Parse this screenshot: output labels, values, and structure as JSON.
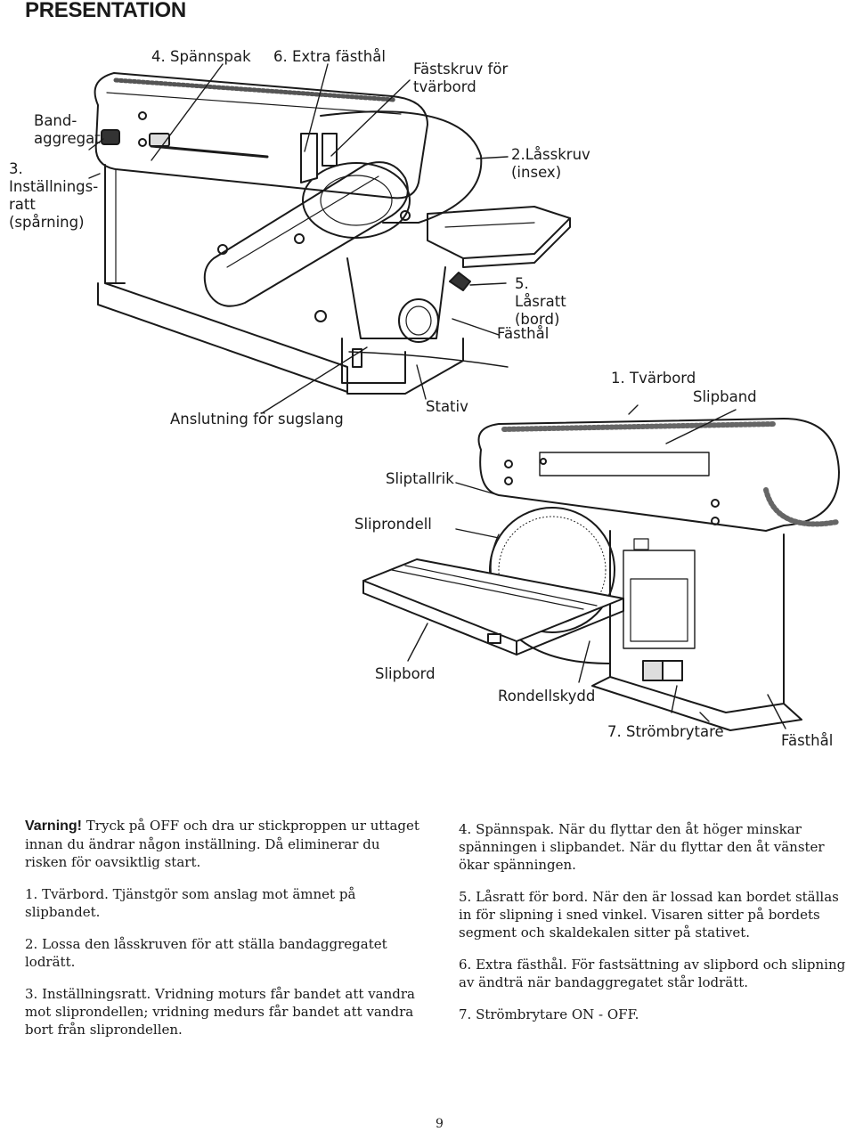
{
  "header": {
    "title": "PRESENTATION"
  },
  "figure_top": {
    "labels": {
      "spannspak": "4. Spännspak",
      "extra_fasthal": "6. Extra fästhål",
      "fastskruv": "Fästskruv för tvärbord",
      "bandaggregat": "Band-aggregat",
      "installningsratt": "3. Inställnings-ratt (spårning)",
      "lasskruv": "2.Låsskruv (insex)",
      "lasratt": "5. Låsratt (bord)",
      "fasthal": "Fästhål",
      "anslutning": "Anslutning för sugslang",
      "stativ": "Stativ"
    }
  },
  "figure_bottom": {
    "labels": {
      "tvarbord": "1. Tvärbord",
      "slipband": "Slipband",
      "sliptallrik": "Sliptallrik",
      "sliprondell": "Sliprondell",
      "slipbord": "Slipbord",
      "rondellskydd": "Rondellskydd",
      "strombrytare": "7. Strömbrytare",
      "fasthal": "Fästhål"
    }
  },
  "text": {
    "warning_label": "Varning!",
    "warning_body": "Tryck på OFF och dra ur stickproppen ur uttaget innan du ändrar någon inställning. Då eliminerar du risken för oavsiktlig start.",
    "left_items": [
      "1. Tvärbord. Tjänstgör som anslag mot ämnet på slipbandet.",
      "2. Lossa den låsskruven för att ställa bandaggregatet lodrätt.",
      "3. Inställningsratt. Vridning moturs får bandet att vandra mot sliprondellen; vridning medurs får bandet att vandra bort från sliprondellen."
    ],
    "right_items": [
      "4. Spännspak. När du flyttar den åt höger minskar spänningen i slipbandet. När du flyttar den åt vänster ökar spänningen.",
      "5. Låsratt för bord. När den är lossad kan bordet ställas in för slipning i sned vinkel. Visaren sitter på bordets segment och skaldekalen sitter på stativet.",
      "6. Extra fästhål.  För fastsättning av slipbord och slipning av ändträ när bandaggregatet står lodrätt.",
      "7. Strömbrytare ON - OFF."
    ]
  },
  "footer": {
    "page_number": "9"
  }
}
